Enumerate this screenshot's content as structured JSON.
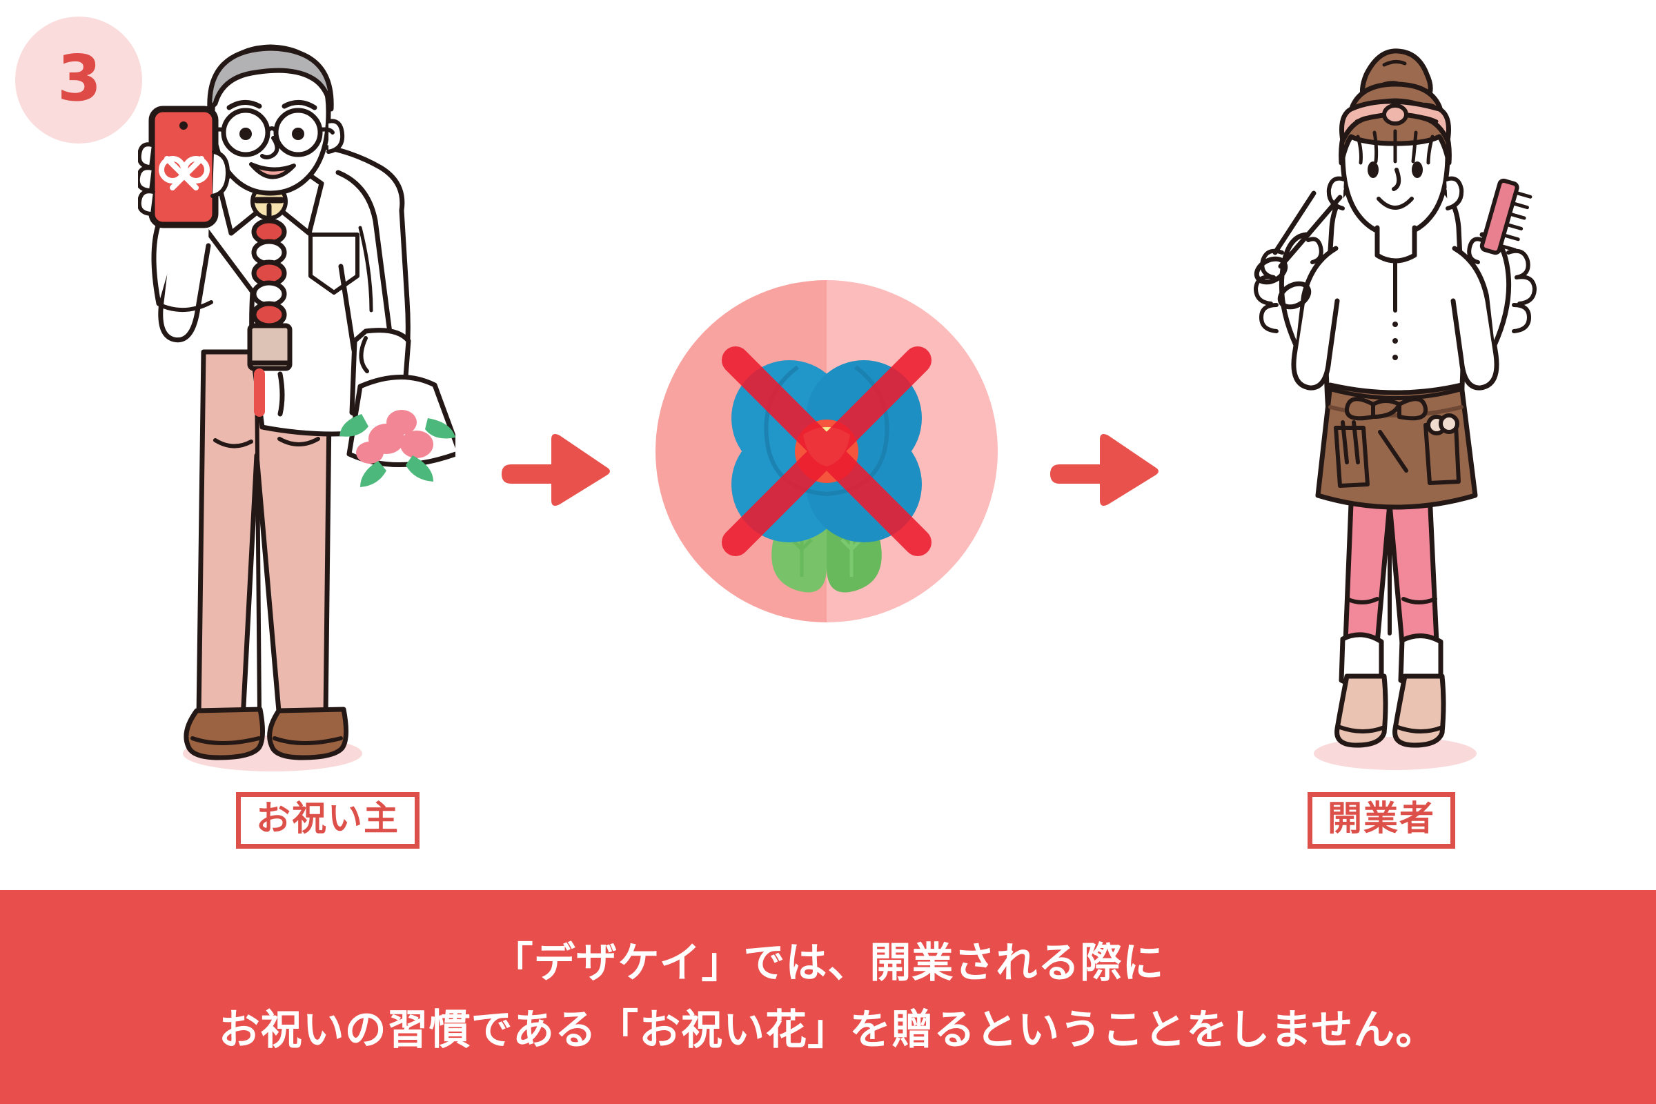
{
  "step": {
    "number": "3"
  },
  "scene": {
    "left_person": {
      "role_label": "お祝い主",
      "description": "celebration-giver-illustration",
      "phone_screen_color": "#E8514C",
      "shirt_color": "#FFFFFF",
      "pants_color": "#EBB9AE",
      "shoes_color": "#9C6342",
      "hair_color": "#B2B2B4"
    },
    "right_person": {
      "role_label": "開業者",
      "description": "new-business-owner-hairdresser-illustration",
      "hair_color": "#9B6A4F",
      "headband_color": "#EFB7AC",
      "apron_color": "#97674C",
      "leggings_color": "#F2899A",
      "boots_color": "#EBC3B3",
      "comb_color": "#E8808F"
    },
    "emblem": {
      "name": "no-celebration-flower-icon",
      "circle_left_color": "#F9A3A0",
      "circle_right_color": "#FCBCBC",
      "petal_color": "#2196C9",
      "petal_shade_color": "#1B86B8",
      "center_outer_color": "#F4553C",
      "center_inner_color": "#F6E98E",
      "leaf_color": "#78C36A",
      "cross_color": "#EC1C30"
    },
    "arrows": [
      {
        "name": "arrow-left-to-center",
        "color": "#E8514C"
      },
      {
        "name": "arrow-center-to-right",
        "color": "#E8514C"
      }
    ]
  },
  "banner": {
    "background_color": "#E84F4C",
    "text_color": "#FFFFFF",
    "lines": [
      "「デザケイ」では、開業される際に",
      "お祝いの習慣である「お祝い花」を贈るということをしません。"
    ]
  },
  "colors": {
    "accent_red": "#DD5049",
    "badge_pink": "#FADCDC",
    "badge_number": "#DE4A46",
    "shadow_pink": "#F9D9D9"
  }
}
